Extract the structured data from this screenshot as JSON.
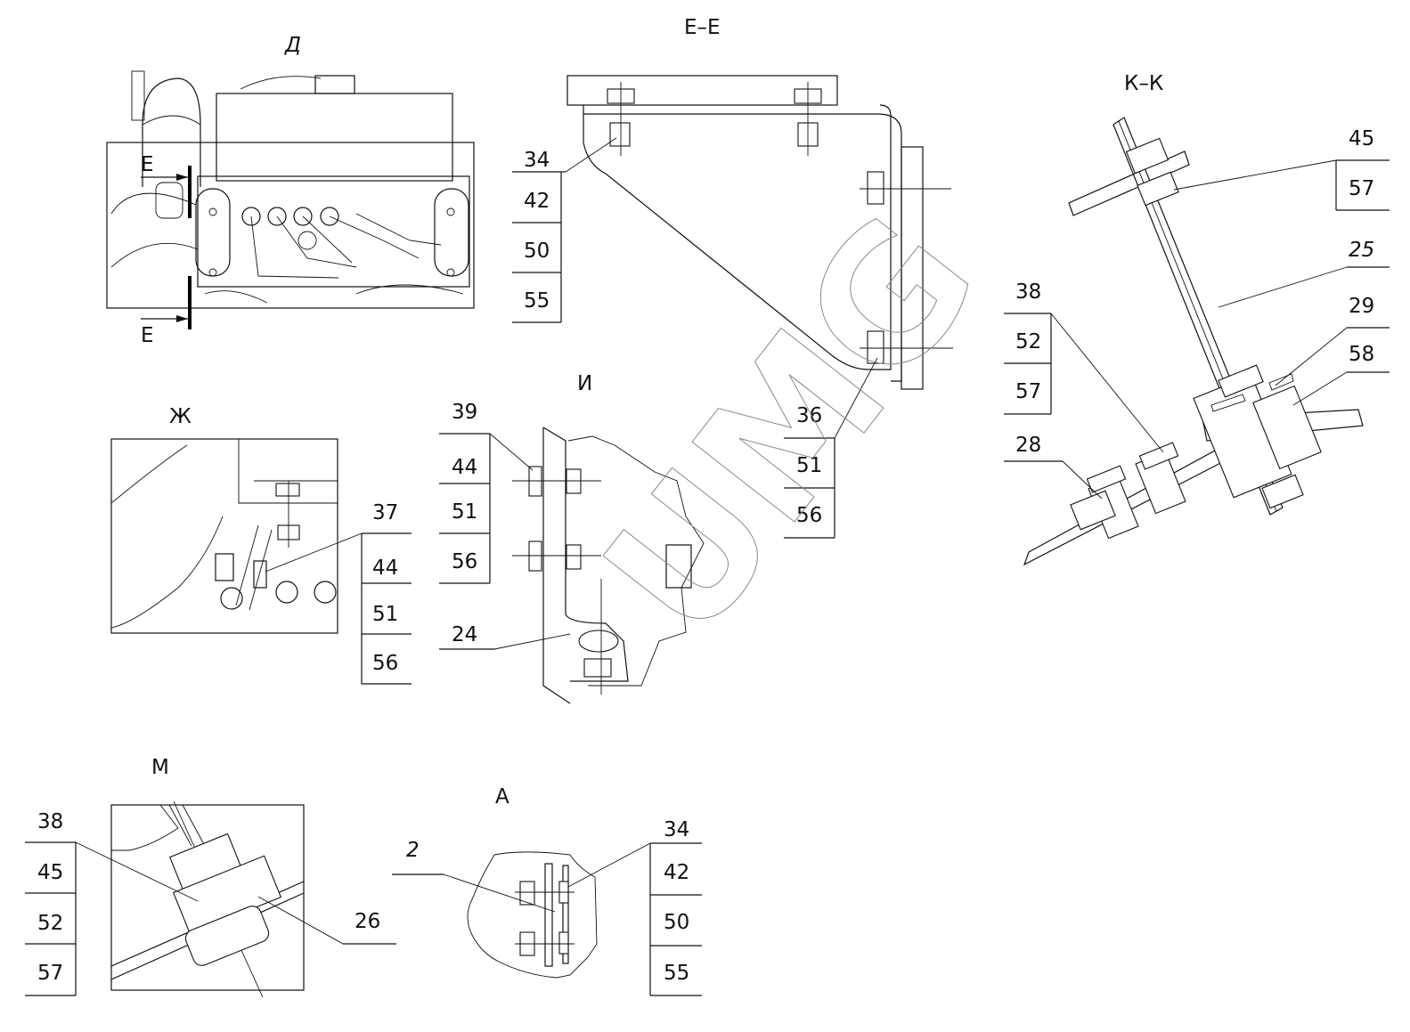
{
  "views": {
    "D": {
      "title": "Д",
      "section_marks": [
        "Е",
        "Е"
      ]
    },
    "EE": {
      "title": "Е–Е",
      "callouts": [
        {
          "labels": [
            "34",
            "42",
            "50",
            "55"
          ]
        },
        {
          "labels": [
            "36",
            "51",
            "56"
          ]
        }
      ]
    },
    "KK": {
      "title": "К–К",
      "callouts": [
        {
          "labels": [
            "45",
            "57"
          ]
        },
        {
          "labels": [
            "25"
          ],
          "italic": true
        },
        {
          "labels": [
            "38",
            "52",
            "57"
          ]
        },
        {
          "labels": [
            "29"
          ]
        },
        {
          "labels": [
            "58"
          ]
        },
        {
          "labels": [
            "28"
          ]
        }
      ]
    },
    "ZH": {
      "title": "Ж",
      "callouts": [
        {
          "labels": [
            "37",
            "44",
            "51",
            "56"
          ]
        }
      ]
    },
    "I": {
      "title": "И",
      "callouts": [
        {
          "labels": [
            "39",
            "44",
            "51",
            "56"
          ]
        },
        {
          "labels": [
            "24"
          ]
        }
      ]
    },
    "M": {
      "title": "М",
      "callouts": [
        {
          "labels": [
            "38",
            "45",
            "52",
            "57"
          ]
        },
        {
          "labels": [
            "26"
          ]
        }
      ]
    },
    "A": {
      "title": "А",
      "callouts": [
        {
          "labels": [
            "2"
          ],
          "italic": true
        },
        {
          "labels": [
            "34",
            "42",
            "50",
            "55"
          ]
        }
      ]
    }
  },
  "watermark": "UMG"
}
